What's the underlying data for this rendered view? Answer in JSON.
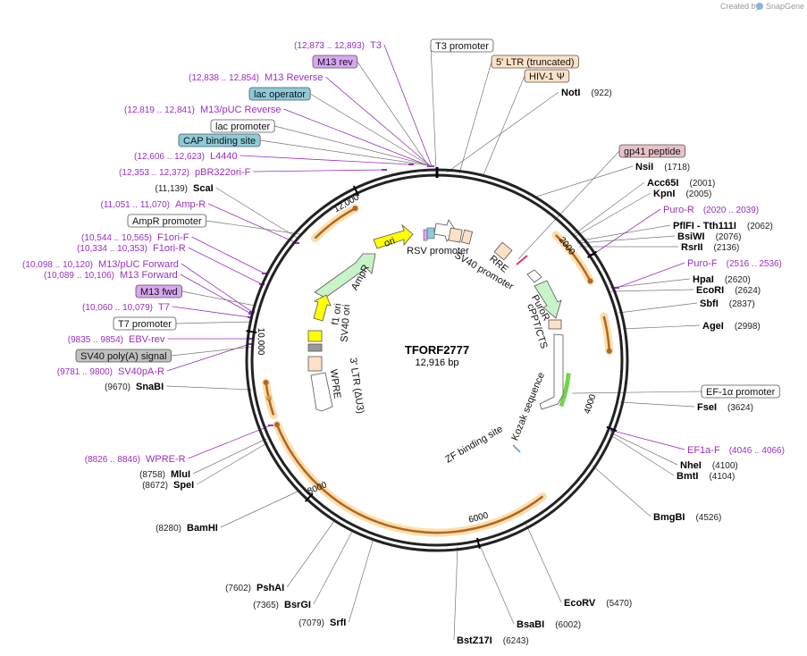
{
  "credit": {
    "prefix": "Created by",
    "brand": "SnapGene"
  },
  "plasmid": {
    "name": "TFORF2777",
    "size": "12,916 bp"
  },
  "ticks": [
    "2000",
    "4000",
    "6000",
    "8000",
    "10,000",
    "12,000"
  ],
  "enzymes": [
    {
      "name": "NotI",
      "pos": "(922)"
    },
    {
      "name": "NsiI",
      "pos": "(1718)"
    },
    {
      "name": "Acc65I",
      "pos": "(2001)"
    },
    {
      "name": "KpnI",
      "pos": "(2005)"
    },
    {
      "name": "PflFI - Tth111I",
      "pos": "(2062)"
    },
    {
      "name": "BsiWI",
      "pos": "(2076)"
    },
    {
      "name": "RsrII",
      "pos": "(2136)"
    },
    {
      "name": "HpaI",
      "pos": "(2620)"
    },
    {
      "name": "EcoRI",
      "pos": "(2624)"
    },
    {
      "name": "SbfI",
      "pos": "(2837)"
    },
    {
      "name": "AgeI",
      "pos": "(2998)"
    },
    {
      "name": "FseI",
      "pos": "(3624)"
    },
    {
      "name": "NheI",
      "pos": "(4100)"
    },
    {
      "name": "BmtI",
      "pos": "(4104)"
    },
    {
      "name": "BmgBI",
      "pos": "(4526)"
    },
    {
      "name": "EcoRV",
      "pos": "(5470)"
    },
    {
      "name": "BsaBI",
      "pos": "(6002)"
    },
    {
      "name": "BstZ17I",
      "pos": "(6243)"
    },
    {
      "name": "SrfI",
      "pos": "(7079)"
    },
    {
      "name": "BsrGI",
      "pos": "(7365)"
    },
    {
      "name": "PshAI",
      "pos": "(7602)"
    },
    {
      "name": "BamHI",
      "pos": "(8280)"
    },
    {
      "name": "SpeI",
      "pos": "(8672)"
    },
    {
      "name": "MluI",
      "pos": "(8758)"
    },
    {
      "name": "SnaBI",
      "pos": "(9670)"
    },
    {
      "name": "ScaI",
      "pos": "(11,139)"
    }
  ],
  "primers": [
    {
      "name": "T3",
      "pos": "(12,873 .. 12,893)"
    },
    {
      "name": "M13 Reverse",
      "pos": "(12,838 .. 12,854)"
    },
    {
      "name": "M13/pUC Reverse",
      "pos": "(12,819 .. 12,841)"
    },
    {
      "name": "L4440",
      "pos": "(12,606 .. 12,623)"
    },
    {
      "name": "pBR322ori-F",
      "pos": "(12,353 .. 12,372)"
    },
    {
      "name": "Amp-R",
      "pos": "(11,051 .. 11,070)"
    },
    {
      "name": "F1ori-F",
      "pos": "(10,544 .. 10,565)"
    },
    {
      "name": "F1ori-R",
      "pos": "(10,334 .. 10,353)"
    },
    {
      "name": "M13/pUC Forward",
      "pos": "(10,098 .. 10,120)"
    },
    {
      "name": "M13 Forward",
      "pos": "(10,089 .. 10,106)"
    },
    {
      "name": "T7",
      "pos": "(10,060 .. 10,079)"
    },
    {
      "name": "EBV-rev",
      "pos": "(9835 .. 9854)"
    },
    {
      "name": "SV40pA-R",
      "pos": "(9781 .. 9800)"
    },
    {
      "name": "WPRE-R",
      "pos": "(8826 .. 8846)"
    },
    {
      "name": "Puro-R",
      "pos": "(2020 .. 2039)"
    },
    {
      "name": "Puro-F",
      "pos": "(2516 .. 2536)"
    },
    {
      "name": "EF1a-F",
      "pos": "(4046 .. 4066)"
    }
  ],
  "boxed": [
    {
      "name": "M13 rev",
      "fill": "#d9a6f2"
    },
    {
      "name": "lac operator",
      "fill": "#8ccbd9"
    },
    {
      "name": "lac promoter",
      "fill": "#ffffff"
    },
    {
      "name": "CAP binding site",
      "fill": "#8ccbd9"
    },
    {
      "name": "AmpR promoter",
      "fill": "#ffffff"
    },
    {
      "name": "M13 fwd",
      "fill": "#d9a6f2"
    },
    {
      "name": "T7 promoter",
      "fill": "#ffffff"
    },
    {
      "name": "SV40 poly(A) signal",
      "fill": "#c0c0c0"
    },
    {
      "name": "T3 promoter",
      "fill": "#ffffff"
    },
    {
      "name": "5' LTR (truncated)",
      "fill": "#fde1c6"
    },
    {
      "name": "HIV-1 Ψ",
      "fill": "#fde1c6"
    },
    {
      "name": "gp41 peptide",
      "fill": "#e8c2c8"
    },
    {
      "name": "EF-1α promoter",
      "fill": "#ffffff"
    }
  ],
  "inner_labels": [
    "ori",
    "AmpR",
    "f1 ori",
    "SV40 ori",
    "RSV promoter",
    "SV40 promoter",
    "RRE",
    "cPPT/CTS",
    "PuroR",
    "Kozak sequence",
    "ZF binding site",
    "3' LTR (ΔU3)",
    "WPRE"
  ],
  "colors": {
    "backbone": "#222222",
    "primer": "#9a2ec0",
    "orf_outline": "#e8a33a",
    "orf_fill": "#b5651d",
    "ampr": "#c8f3c8",
    "ori": "#ffff00",
    "ltr": "#fde1c6",
    "green_arc": "#6fd64a"
  }
}
